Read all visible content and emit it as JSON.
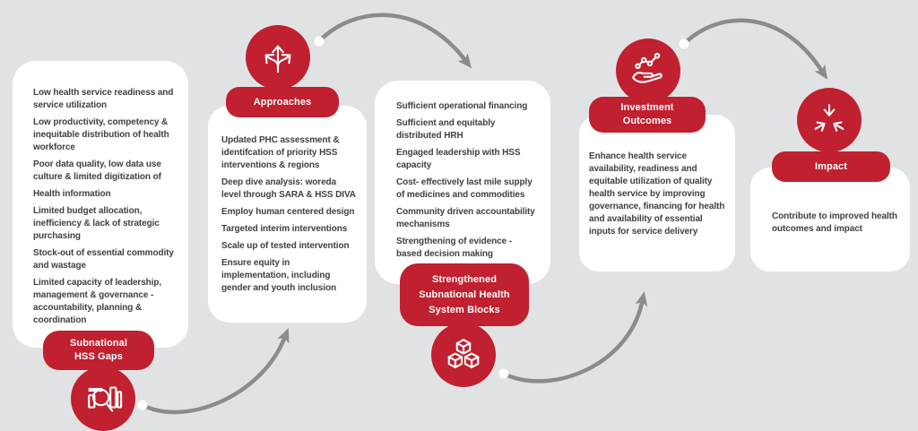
{
  "colors": {
    "accent_red": "#c0202f",
    "background": "#e1e2e4",
    "card": "#ffffff",
    "body_text": "#414042",
    "arrow_gray": "#8b8b8d"
  },
  "stages": {
    "gaps": {
      "label_lines": [
        "Subnational",
        "HSS Gaps"
      ],
      "icon": "magnifier-bar-chart-icon",
      "items": [
        "Low health service readiness and service utilization",
        "Low productivity, competency & inequitable distribution of health workforce",
        "Poor data quality, low data use culture & limited digitization of",
        "Health information",
        "Limited budget allocation, inefficiency & lack of strategic purchasing",
        "Stock-out of essential commodity and wastage",
        "Limited capacity of leadership, management & governance - accountability, planning & coordination"
      ]
    },
    "approaches": {
      "label_lines": [
        "Approaches"
      ],
      "icon": "branching-arrows-icon",
      "items": [
        "Updated PHC assessment & identifcation of priority HSS interventions & regions",
        "Deep dive analysis: woreda level through SARA & HSS DIVA",
        "Employ human centered design",
        "Targeted interim interventions",
        "Scale up of tested intervention",
        "Ensure equity in implementation, including gender and youth inclusion"
      ]
    },
    "blocks": {
      "label_lines": [
        "Strengthened",
        "Subnational Health",
        "System Blocks"
      ],
      "icon": "building-blocks-cubes-icon",
      "items": [
        "Sufficient operational financing",
        "Sufficient and equitably distributed HRH",
        "Engaged leadership with HSS capacity",
        "Cost- effectively last mile supply of medicines and commodities",
        "Community driven accountability mechanisms",
        "Strengthening of evidence - based decision making"
      ]
    },
    "outcomes": {
      "label_lines": [
        "Investment",
        "Outcomes"
      ],
      "icon": "hand-growth-chart-icon",
      "text": "Enhance health service availability, readiness and equitable utilization of quality health service by improving governance, financing for health and availability of essential inputs for service delivery"
    },
    "impact": {
      "label_lines": [
        "Impact"
      ],
      "icon": "converging-arrows-icon",
      "text": "Contribute to improved health outcomes and impact"
    }
  }
}
